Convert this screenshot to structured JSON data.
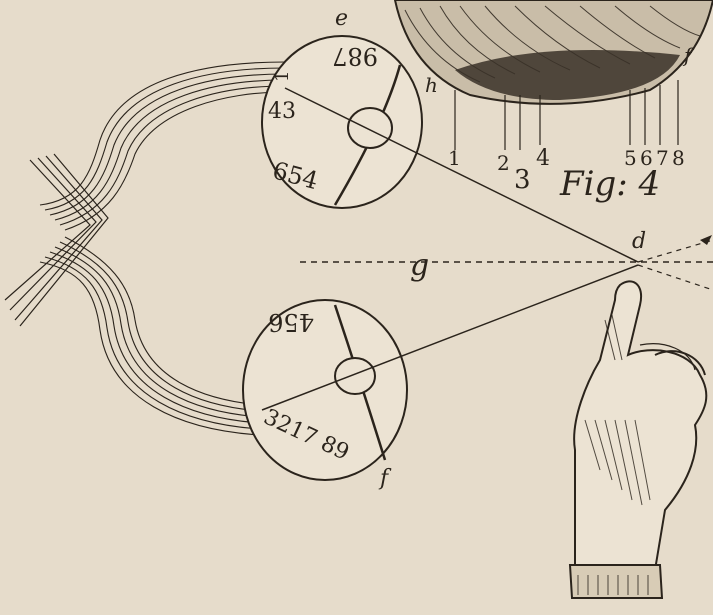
{
  "figure": {
    "caption": "Fig: 4",
    "ink_color": "#2b241c",
    "paper_color": "#e6dccb"
  },
  "upper_eye": {
    "top_letter": "e",
    "h_letter": "h",
    "rim_numbers_top": "987",
    "rim_numbers_left_a": "1",
    "rim_numbers_left_b": "43",
    "rim_numbers_bottom": "654"
  },
  "lower_eye": {
    "rim_numbers_top": "456",
    "rim_numbers_bottom": "3217 89",
    "bottom_letter": "f"
  },
  "brain_section": {
    "f_letter": "f",
    "numbers_left": [
      "1",
      "2",
      "3",
      "4"
    ],
    "numbers_right": [
      "5",
      "6",
      "7",
      "8"
    ]
  },
  "center": {
    "d_letter": "d",
    "g_letter": "g"
  }
}
